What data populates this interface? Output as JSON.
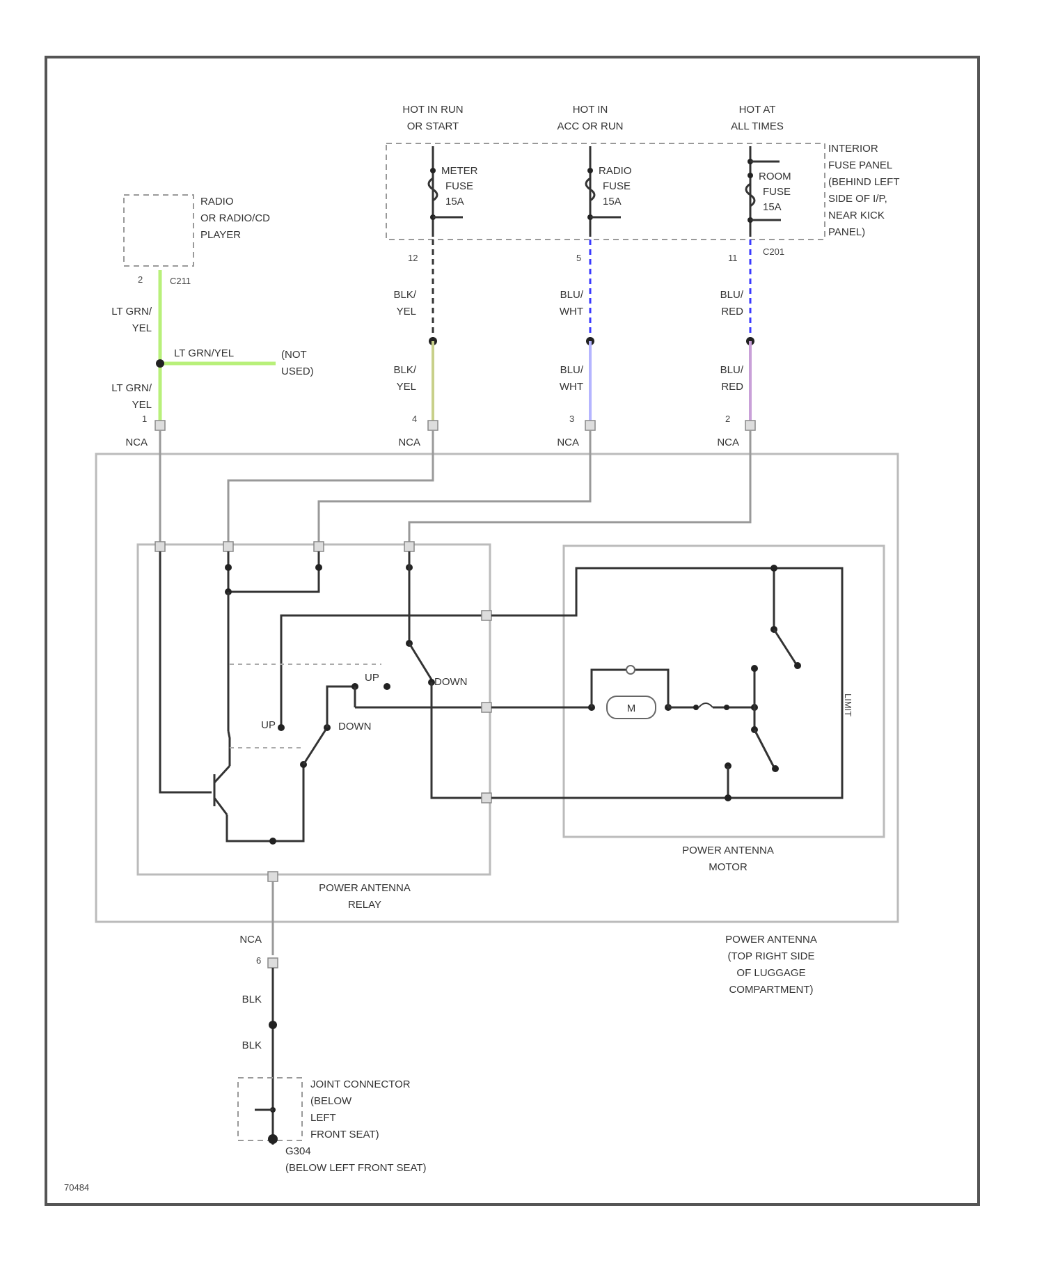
{
  "feeds": [
    {
      "label1": "HOT IN RUN",
      "label2": "OR START",
      "fuse": [
        "METER",
        "FUSE",
        "15A"
      ],
      "pin": "12",
      "wire_top": [
        "BLK/",
        "YEL"
      ],
      "wire_bottom": [
        "BLK/",
        "YEL"
      ],
      "relay_pin": "4",
      "nca": "NCA",
      "color": "#c8d08a",
      "dash_color": "#333333"
    },
    {
      "label1": "HOT IN",
      "label2": "ACC OR RUN",
      "fuse": [
        "RADIO",
        "FUSE",
        "15A"
      ],
      "pin": "5",
      "wire_top": [
        "BLU/",
        "WHT"
      ],
      "wire_bottom": [
        "BLU/",
        "WHT"
      ],
      "relay_pin": "3",
      "nca": "NCA",
      "color": "#b5b5ff",
      "dash_color": "#3a3aff"
    },
    {
      "label1": "HOT AT",
      "label2": "ALL TIMES",
      "fuse": [
        "ROOM",
        "FUSE",
        "15A"
      ],
      "pin": "11",
      "wire_top": [
        "BLU/",
        "RED"
      ],
      "wire_bottom": [
        "BLU/",
        "RED"
      ],
      "relay_pin": "2",
      "nca": "NCA",
      "color": "#c9a0d8",
      "dash_color": "#3a3aff"
    }
  ],
  "fuse_panel": {
    "label": [
      "INTERIOR",
      "FUSE PANEL",
      "(BEHIND LEFT",
      "SIDE OF I/P,",
      "NEAR KICK",
      "PANEL)"
    ],
    "connector": "C201"
  },
  "radio": {
    "label": [
      "RADIO",
      "OR RADIO/CD",
      "PLAYER"
    ],
    "pin": "2",
    "connector": "C211",
    "color": "#b8f07a"
  },
  "radio_wires": {
    "top": [
      "LT GRN/",
      "YEL"
    ],
    "branch": "LT GRN/YEL",
    "not_used": [
      "(NOT",
      "USED)"
    ],
    "bottom": [
      "LT GRN/",
      "YEL"
    ],
    "relay_pin": "1",
    "nca": "NCA"
  },
  "relay": {
    "label": [
      "POWER ANTENNA",
      "RELAY"
    ],
    "up1": "UP",
    "down1": "DOWN",
    "up2": "UP",
    "down2": "DOWN"
  },
  "motor": {
    "label": [
      "POWER ANTENNA",
      "MOTOR"
    ],
    "symbol": "M",
    "limit": "LIMIT"
  },
  "antenna": {
    "label": [
      "POWER ANTENNA",
      "(TOP RIGHT SIDE",
      "OF LUGGAGE",
      "COMPARTMENT)"
    ]
  },
  "ground": {
    "nca": "NCA",
    "pin": "6",
    "wire1": "BLK",
    "wire2": "BLK",
    "joint": [
      "JOINT CONNECTOR",
      "(BELOW",
      "LEFT",
      "FRONT SEAT)"
    ],
    "g_label": [
      "G304",
      "(BELOW LEFT FRONT SEAT)"
    ]
  },
  "code": "70484"
}
